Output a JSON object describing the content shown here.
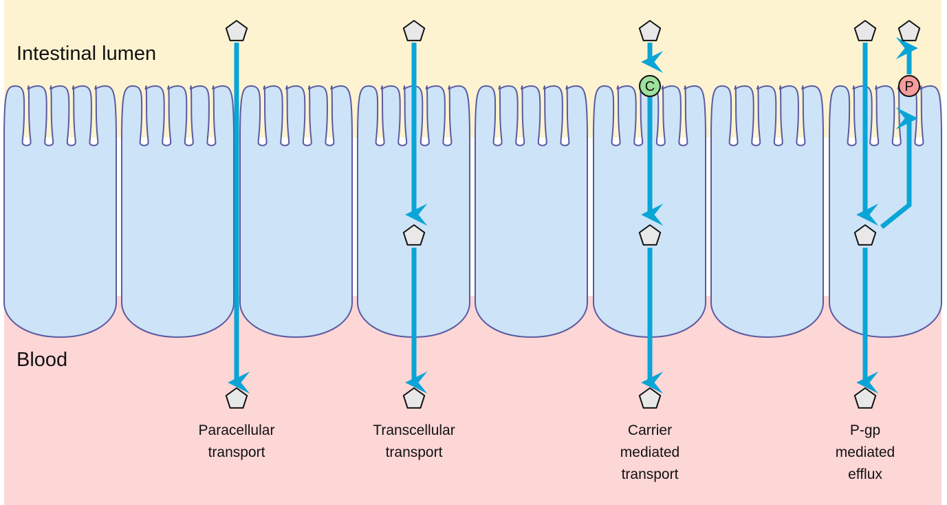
{
  "labels": {
    "lumen": "Intestinal lumen",
    "blood": "Blood"
  },
  "mechanisms": [
    {
      "caption": [
        "Paracellular",
        "transport"
      ]
    },
    {
      "caption": [
        "Transcellular",
        "transport"
      ]
    },
    {
      "caption": [
        "Carrier",
        "mediated",
        "transport"
      ],
      "marker_letter": "C"
    },
    {
      "caption": [
        "P-gp",
        "mediated",
        "efflux"
      ],
      "marker_letter": "P"
    }
  ],
  "colors": {
    "lumen_bg": "#fdf3d0",
    "blood_bg": "#fdd6d6",
    "cell_fill": "#cde3f8",
    "cell_stroke": "#5a5aa0",
    "arrow": "#0aa5d6",
    "molecule_fill": "#e8e8e8",
    "carrier_fill": "#9ee09e",
    "pgp_fill": "#f79c9c"
  },
  "icons": {
    "molecule": "pentagon-icon",
    "arrow": "arrow-down-icon"
  }
}
